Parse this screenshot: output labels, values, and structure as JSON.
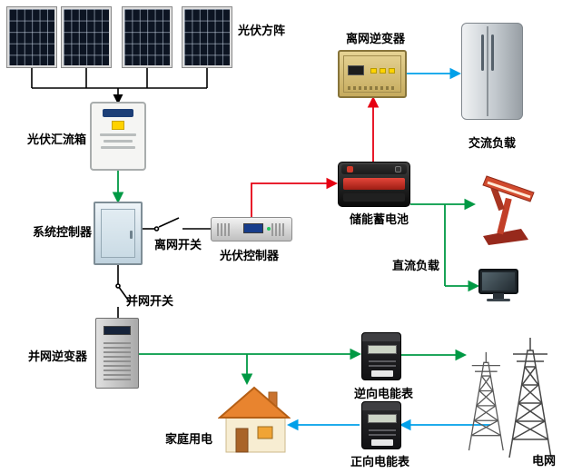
{
  "diagram": {
    "background": "#ffffff",
    "colors": {
      "green": "#009944",
      "red": "#e60012",
      "blue": "#00a0e9",
      "wire": "#000000"
    },
    "labels": {
      "pv_array": "光伏方阵",
      "pv_combiner_box": "光伏汇流箱",
      "system_controller": "系统控制器",
      "offgrid_switch": "离网开关",
      "pv_controller": "光伏控制器",
      "storage_battery": "储能蓄电池",
      "offgrid_inverter": "离网逆变器",
      "ac_load": "交流负载",
      "dc_load": "直流负载",
      "ongrid_switch": "并网开关",
      "ongrid_inverter": "并网逆变器",
      "reverse_energy_meter": "逆向电能表",
      "forward_energy_meter": "正向电能表",
      "household_power": "家庭用电",
      "power_grid": "电网"
    }
  }
}
